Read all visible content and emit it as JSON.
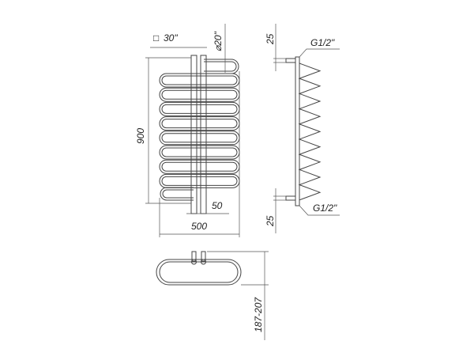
{
  "title": "Towel radiator technical drawing",
  "dimensions": {
    "height": "900",
    "width": "500",
    "pipe_spacing": "50",
    "square_profile": "30\"",
    "square_symbol": "□",
    "diameter": "⌀20\"",
    "top_offset": "25",
    "bottom_offset": "25",
    "top_connection": "G1/2\"",
    "bottom_connection": "G1/2\"",
    "depth": "187-207"
  }
}
